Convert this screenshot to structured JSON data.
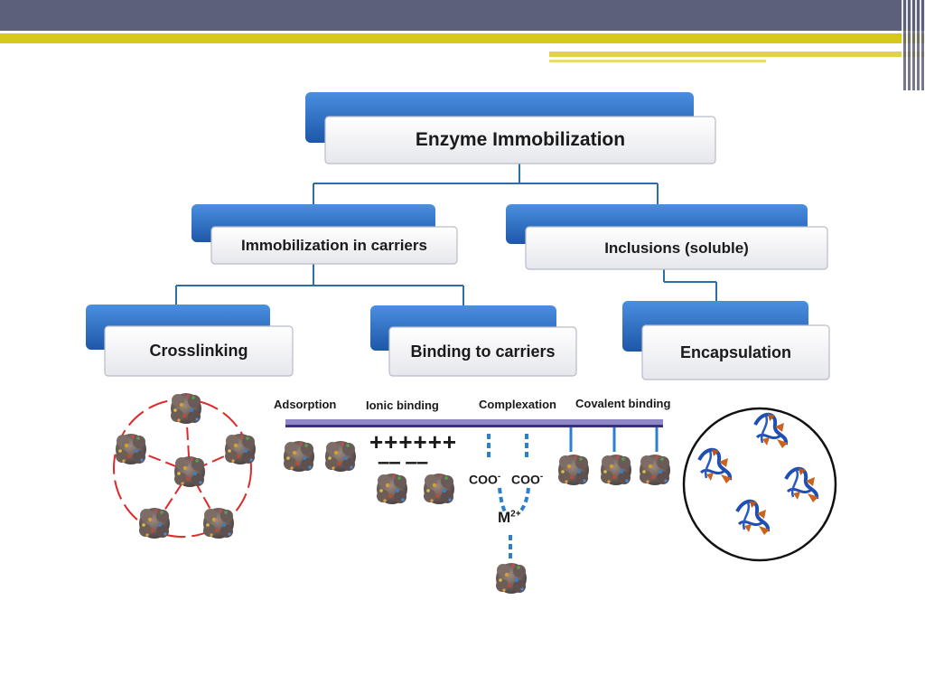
{
  "diagram": {
    "root": "Enzyme Immobilization",
    "level1": [
      "Immobilization in carriers",
      "Inclusions (soluble)"
    ],
    "level2": [
      "Crosslinking",
      "Binding to carriers",
      "Encapsulation"
    ],
    "binding_methods": [
      "Adsorption",
      "Ionic binding",
      "Complexation",
      "Covalent binding"
    ],
    "ionic_charges": {
      "positive": "++++++",
      "negative": "–– ––"
    },
    "chem": {
      "coo": "COO",
      "coo_charge": "-",
      "metal": "M",
      "metal_charge": "2+"
    }
  },
  "colors": {
    "box_blue": "#2f73c9",
    "box_face": "#f2f2f4",
    "line": "#2d6ea6",
    "ring": "#dd2a2a",
    "carrier": "#8f86c6",
    "link": "#2b7fd0",
    "enzyme": "#7b6a63"
  }
}
